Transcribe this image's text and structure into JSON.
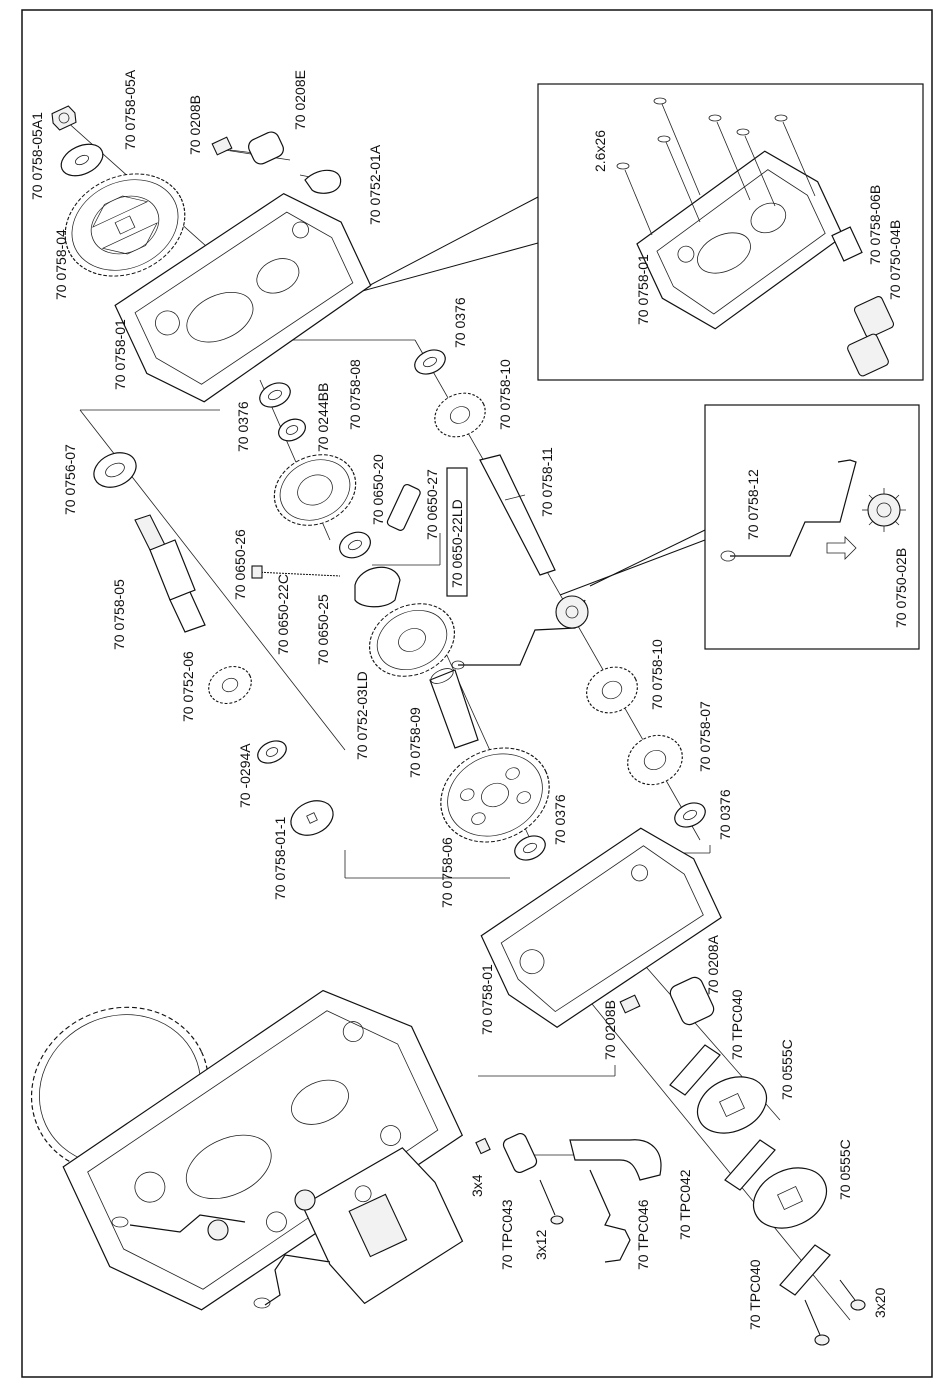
{
  "diagram": {
    "labels": {
      "l_05A1": "70 0758-05A1",
      "l_05A": "70 0758-05A",
      "l_0208B_top": "70 0208B",
      "l_0208E": "70 0208E",
      "l_01A": "70 0752-01A",
      "l_04": "70 0758-04",
      "l_01_top": "70 0758-01",
      "l_0376_a": "70 0376",
      "l_0376_b": "70 0376",
      "l_0244BB": "70 0244BB",
      "l_08": "70 0758-08",
      "l_0756_07": "70 0756-07",
      "l_10_a": "70 0758-10",
      "l_11": "70 0758-11",
      "l_0650_20": "70 0650-20",
      "l_0650_27": "70 0650-27",
      "l_0650_22LD": "70 0650-22LD",
      "l_0650_26": "70 0650-26",
      "l_0650_22C": "70 0650-22C",
      "l_0650_25": "70 0650-25",
      "l_05": "70 0758-05",
      "l_0752_06": "70 0752-06",
      "l_03LD": "70 0752-03LD",
      "l_09": "70 0758-09",
      "l_0294A": "70 -0294A",
      "l_01_1": "70 0758-01-1",
      "l_06": "70 0758-06",
      "l_0376_c": "70 0376",
      "l_10_b": "70 0758-10",
      "l_07": "70 0758-07",
      "l_0376_d": "70 0376",
      "l_01_mid": "70 0758-01",
      "l_0208A": "70 0208A",
      "l_0208B_mid": "70 0208B",
      "l_TPC040_a": "70 TPC040",
      "l_0555C_a": "70 0555C",
      "l_0555C_b": "70 0555C",
      "l_TPC040_b": "70 TPC040",
      "l_3x20": "3x20",
      "l_3x4": "3x4",
      "l_TPC043": "70 TPC043",
      "l_3x12": "3x12",
      "l_TPC046": "70 TPC046",
      "l_TPC042": "70 TPC042",
      "l_2_6x26": "2.6x26",
      "l_01_inset": "70 0758-01",
      "l_06B": "70 0758-06B",
      "l_0750_04B": "70 0750-04B",
      "l_12": "70 0758-12",
      "l_0750_02B": "70 0750-02B"
    }
  }
}
